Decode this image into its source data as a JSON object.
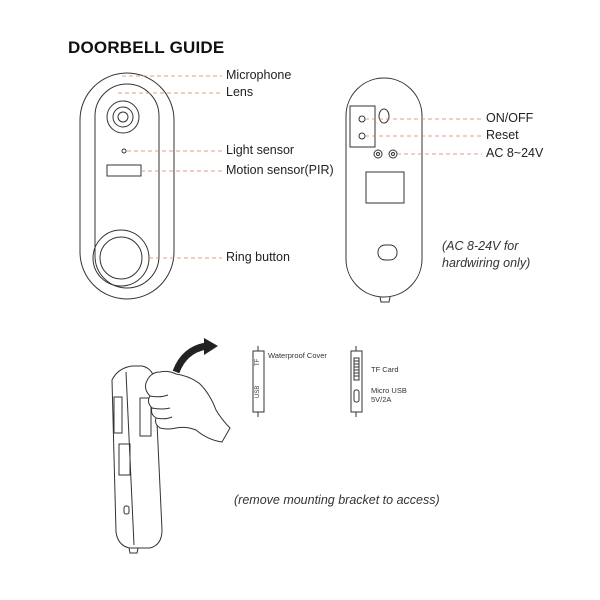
{
  "title": "DOORBELL GUIDE",
  "front_labels": {
    "microphone": "Microphone",
    "lens": "Lens",
    "light_sensor": "Light sensor",
    "motion_sensor": "Motion sensor(PIR)",
    "ring_button": "Ring button"
  },
  "back_labels": {
    "on_off": "ON/OFF",
    "reset": "Reset",
    "ac": "AC 8~24V"
  },
  "hardwiring_note_line1": "(AC 8-24V for",
  "hardwiring_note_line2": "hardwiring only)",
  "side_labels": {
    "waterproof_cover": "Waterproof Cover",
    "cover_tf": "TF",
    "cover_usb": "USB",
    "tf_card": "TF Card",
    "micro_usb_line1": "Micro USB",
    "micro_usb_line2": "5V/2A"
  },
  "access_note": "(remove mounting bracket to access)",
  "colors": {
    "leader_line": "#d9826a",
    "outline": "#333333"
  }
}
